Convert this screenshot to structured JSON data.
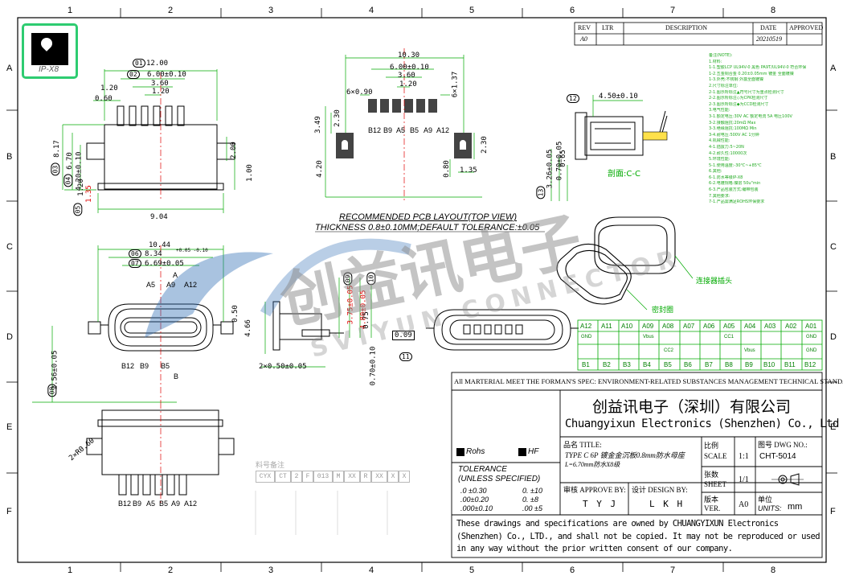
{
  "zones": {
    "cols": [
      "1",
      "2",
      "3",
      "4",
      "5",
      "6",
      "7",
      "8"
    ],
    "rows": [
      "A",
      "B",
      "C",
      "D",
      "E",
      "F"
    ]
  },
  "logo": {
    "text": "IP-X8"
  },
  "revision": {
    "headers": [
      "REV",
      "LTR",
      "DESCRIPTION",
      "DATE",
      "APPROVED"
    ],
    "rev": "A0",
    "date": "20210519"
  },
  "top_view_dims": [
    "12.00",
    "6.00±0.10",
    "3.60",
    "1.20",
    "1.20",
    "0.60",
    "8.17",
    "6.70",
    "4.20±0.10",
    "1.20",
    "1.35",
    "9.04",
    "1.00",
    "2.00"
  ],
  "balloons": [
    "01",
    "02",
    "03",
    "04",
    "05",
    "06",
    "07",
    "08",
    "09",
    "10",
    "11",
    "12",
    "13"
  ],
  "pcb": {
    "dims": [
      "10.30",
      "6.00±0.10",
      "3.60",
      "1.20",
      "6×0.90",
      "6×1.37",
      "3.49",
      "2.30",
      "4.20",
      "0.80",
      "1.35",
      "2.30"
    ],
    "pins_top": [
      "B12",
      "B9",
      "A5",
      "B5",
      "A9",
      "A12"
    ],
    "title": "RECOMMENDED PCB LAYOUT(TOP VIEW)",
    "subtitle": "THICKNESS 0.8±0.10MM;DEFAULT TOLERANCE:±0.05"
  },
  "front_view": {
    "dims": [
      "10.44",
      "8.34",
      "6.69±0.05",
      "2.56±0.05",
      "0.50",
      "4.66",
      "2×0.50±0.05",
      "3.75±0.05",
      "4.80±0.05",
      "0.75",
      "0.09"
    ],
    "dim8_tol": "+0.05 -0.10",
    "pins_top": [
      "A5",
      "A9",
      "A12"
    ],
    "pins_bottom": [
      "B12",
      "B9",
      "B5"
    ],
    "label_A": "A",
    "label_B": "B"
  },
  "section": {
    "label": "剖面:C-C",
    "dims": [
      "4.50±0.10",
      "3.26±0.05",
      "0.70±0.05",
      "0.65"
    ],
    "thickness_note": "0.70±0.10"
  },
  "bottom_view": {
    "pins": [
      "B12",
      "B9",
      "A5",
      "B5",
      "A9",
      "A12"
    ],
    "dim": "2×R0.60"
  },
  "labels": {
    "connector": "连接器插头",
    "seal": "密封圈",
    "zone_C": "C"
  },
  "pin_table": {
    "row_top": [
      "A12",
      "A11",
      "A10",
      "A09",
      "A08",
      "A07",
      "A06",
      "A05",
      "A04",
      "A03",
      "A02",
      "A01"
    ],
    "row_top_sig": [
      "GND",
      "",
      "",
      "Vbus",
      "",
      "",
      "",
      "CC1",
      "",
      "",
      "",
      "GND"
    ],
    "row_bot_sig": [
      "",
      "",
      "",
      "",
      "CC2",
      "",
      "",
      "",
      "Vbus",
      "",
      "",
      "GND"
    ],
    "row_bot": [
      "B1",
      "B2",
      "B3",
      "B4",
      "B5",
      "B6",
      "B7",
      "B8",
      "B9",
      "B10",
      "B11",
      "B12"
    ]
  },
  "part_code": {
    "label": "料号备注",
    "cells": [
      "CYX",
      "CT",
      "2",
      "F",
      "013",
      "M",
      "XX",
      "R",
      "XX",
      "X",
      "X"
    ]
  },
  "notes_title": "备注(NOTE):",
  "notes": [
    "1.材料:",
    "1-1.塑胶LCP UL94V-0 黑色 PA9T/UL94V-0 符合环保",
    "1-2.五金铜合金 0.20±0.05mm 镀金 全面镀镍",
    "1-3.外壳:不锈钢 外露全面镀镍",
    "2.尺寸标注单位:",
    "2-1.图示所标注▲符号尺寸为重点检测尺寸",
    "2-2.图示所标注◇为CPK检测尺寸",
    "2-3.图示所标注◆为CCD检测尺寸",
    "3.电气性能:",
    "3-1.额定电压:30V AC 额定电流 5A 电压100V",
    "3-2.接触阻抗:20mΩ Max",
    "3-3.绝缘阻抗:100MΩ Min",
    "3-4.耐电压:500V AC 1分钟",
    "4.机械性能:",
    "4-1.插拔力:5~20N",
    "4-2.耐久性:10000次",
    "5.环境性能:",
    "5-1.使用温度:-30℃~+85℃",
    "6.其他:",
    "6-1.防水等级IP-X8",
    "6-2.电镀规格:镍层 50u\"min",
    "6-3.产品包装方式:编带包装",
    "7.其他要求:",
    "7-1.产品需满足ROHS环保要求"
  ],
  "compliance": "All MARTERIAL MEET THE FORMAN'S SPEC: ENVIRONMENT-RELATED SUBSTANCES MANAGEMENT TECHNICAL STANDARD",
  "company_cn": "创益讯电子（深圳）有限公司",
  "company_en": "Chuangyixun Electronics (Shenzhen) Co., Ltd",
  "rohs": "Rohs",
  "hf": "HF",
  "tolerance": {
    "title": "TOLERANCE",
    "subtitle": "(UNLESS SPECIFIED)",
    "rows": [
      ".0 ±0.30",
      ".00±0.20",
      ".000±0.10"
    ],
    "angles": [
      "0. ±10",
      "0. ±8",
      ".00 ±5"
    ]
  },
  "title_block": {
    "title_label": "品名 TITLE:",
    "title_value": "TYPE C 6P 镀金金沉板0.8mm防水母座",
    "title_value2": "L=6.70mm防水X8级",
    "scale_label_cn": "比例",
    "scale_label": "SCALE",
    "scale": "1:1",
    "dwg_label": "图号 DWG NO.:",
    "dwg": "CHT-5014",
    "sheet_label_cn": "张数",
    "sheet_label": "SHEET",
    "sheet": "1/1",
    "approve_label": "审核 APPROVE BY:",
    "approve": "T Y J",
    "design_label": "设计 DESIGN BY:",
    "design": "L K H",
    "ver_label_cn": "版本",
    "ver_label": "VER.",
    "ver": "A0",
    "units_label_cn": "单位",
    "units_label": "UNITS:",
    "units": "mm"
  },
  "disclaimer": "These drawings and specifications are owned by CHUANGYIXUN Electronics (Shenzhen) Co., LTD., and shall not be copied. It may not be reproduced or used in any way without the prior written consent of our company.",
  "watermark": {
    "brand": "创益讯电子",
    "sub": "SVIYUN CONNECTOR"
  },
  "colors": {
    "red": "#e00000",
    "green": "#00aa00",
    "watermark": "#2f6db5",
    "watermark_gray": "#8a8a8a"
  }
}
